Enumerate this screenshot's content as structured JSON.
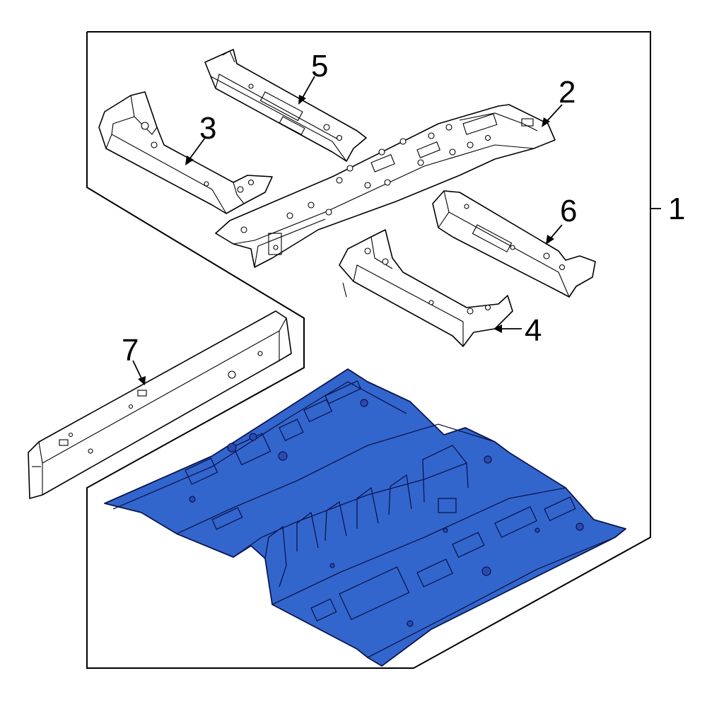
{
  "callouts": {
    "c1": "1",
    "c2": "2",
    "c3": "3",
    "c4": "4",
    "c5": "5",
    "c6": "6",
    "c7": "7"
  },
  "colors": {
    "highlight_part": "#3366cc",
    "outline": "#000000",
    "background": "#ffffff"
  }
}
